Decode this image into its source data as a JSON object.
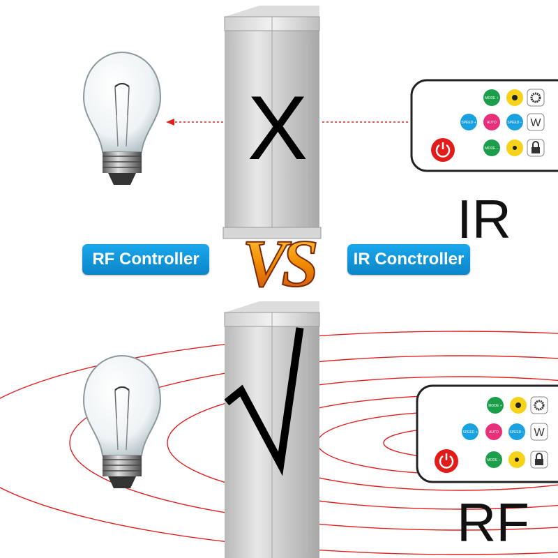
{
  "labels": {
    "rf_controller": "RF Controller",
    "ir_controller": "IR Conctroller",
    "vs": "VS",
    "ir": "IR",
    "rf": "RF"
  },
  "marks": {
    "blocked": "X",
    "allowed": "√"
  },
  "remote_buttons": {
    "mode_plus": "MODE +",
    "mode_minus": "MODE −",
    "speed_plus": "SPEED +",
    "speed_minus": "SPEED −",
    "auto": "AUTO",
    "white": "W"
  },
  "colors": {
    "pill_blue": "#129bdd",
    "signal_red": "#e02020",
    "vs_orange": "#f28c00",
    "pillar_gray": "#cfcfcf"
  },
  "icons": [
    "light-bulb-icon",
    "power-icon",
    "brightness-icon",
    "gear-icon",
    "lock-icon"
  ]
}
